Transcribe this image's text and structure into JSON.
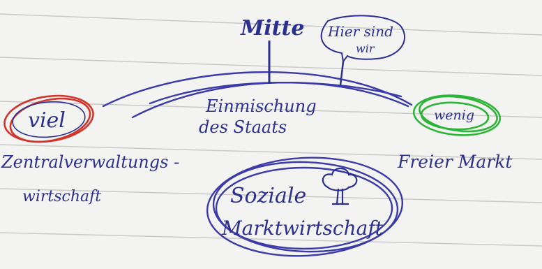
{
  "labels": {
    "mitte": "Mitte",
    "hier_line1": "Hier sind",
    "hier_line2": "wir",
    "center_line1": "Einmischung",
    "center_line2": "des Staats",
    "viel": "viel",
    "wenig": "wenig",
    "left_line1": "Zentralverwaltungs -",
    "left_line2": "wirtschaft",
    "right": "Freier Markt",
    "bottom_line1": "Soziale",
    "bottom_line2": "Marktwirtschaft"
  },
  "colors": {
    "ink": "#2b2f8f",
    "red": "#d0342c",
    "green": "#2fb43a",
    "rule": "#c9c9c7"
  },
  "icons": {
    "tree": "tree-icon"
  }
}
